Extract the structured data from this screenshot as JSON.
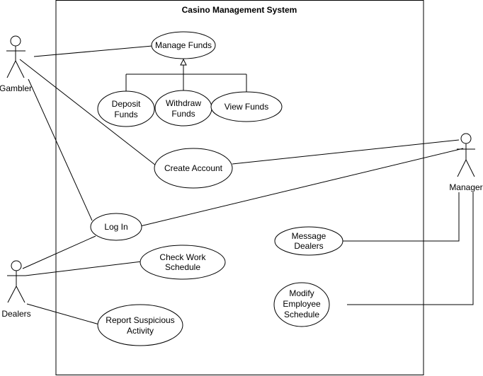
{
  "system": {
    "title": "Casino Management System"
  },
  "actors": {
    "gambler": "Gambler",
    "dealers": "Dealers",
    "manager": "Manager"
  },
  "use_cases": {
    "manage_funds": [
      "Manage Funds"
    ],
    "deposit_funds": [
      "Deposit",
      "Funds"
    ],
    "withdraw_funds": [
      "Withdraw",
      "Funds"
    ],
    "view_funds": [
      "View Funds"
    ],
    "create_account": [
      "Create Account"
    ],
    "log_in": [
      "Log In"
    ],
    "check_work_schedule": [
      "Check Work",
      "Schedule"
    ],
    "report_suspicious_activity": [
      "Report Suspicious",
      "Activity"
    ],
    "message_dealers": [
      "Message",
      "Dealers"
    ],
    "modify_employee_schedule": [
      "Modify",
      "Employee",
      "Schedule"
    ]
  }
}
